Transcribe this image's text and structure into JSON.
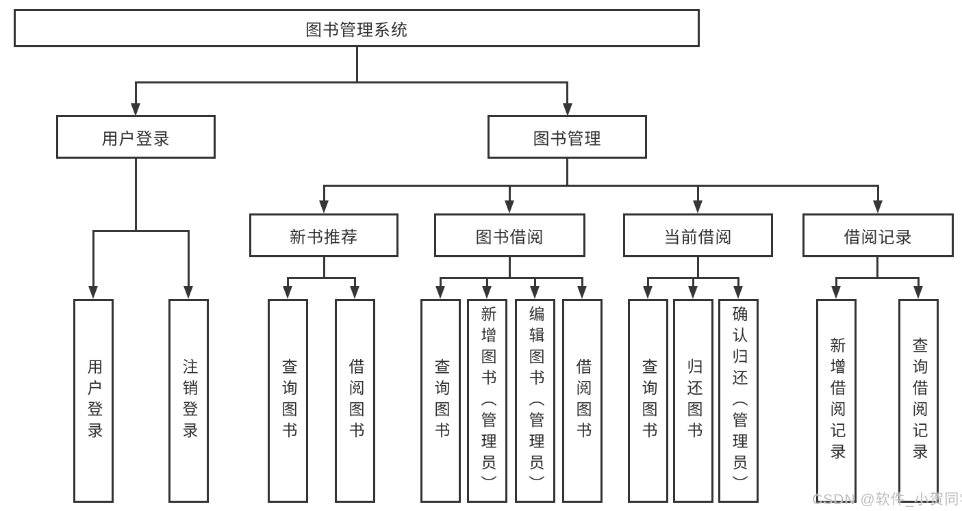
{
  "diagram": {
    "root": "图书管理系统",
    "branches": {
      "user_login": {
        "label": "用户登录",
        "children": [
          "用户登录",
          "注销登录"
        ]
      },
      "book_management": {
        "label": "图书管理",
        "children": {
          "new_book_recommend": {
            "label": "新书推荐",
            "children": [
              "查询图书",
              "借阅图书"
            ]
          },
          "book_borrow": {
            "label": "图书借阅",
            "children": [
              "查询图书",
              "新增图书（管理员）",
              "编辑图书（管理员）",
              "借阅图书"
            ]
          },
          "current_borrow": {
            "label": "当前借阅",
            "children": [
              "查询图书",
              "归还图书",
              "确认归还（管理员）"
            ]
          },
          "borrow_records": {
            "label": "借阅记录",
            "children": [
              "新增借阅记录",
              "查询借阅记录"
            ]
          }
        }
      }
    }
  },
  "watermark": "CSDN @软件_小贺同学",
  "colors": {
    "line": "#363636",
    "text": "#2f2f2f",
    "background": "#ffffff",
    "watermark": "#bcbcbc"
  }
}
